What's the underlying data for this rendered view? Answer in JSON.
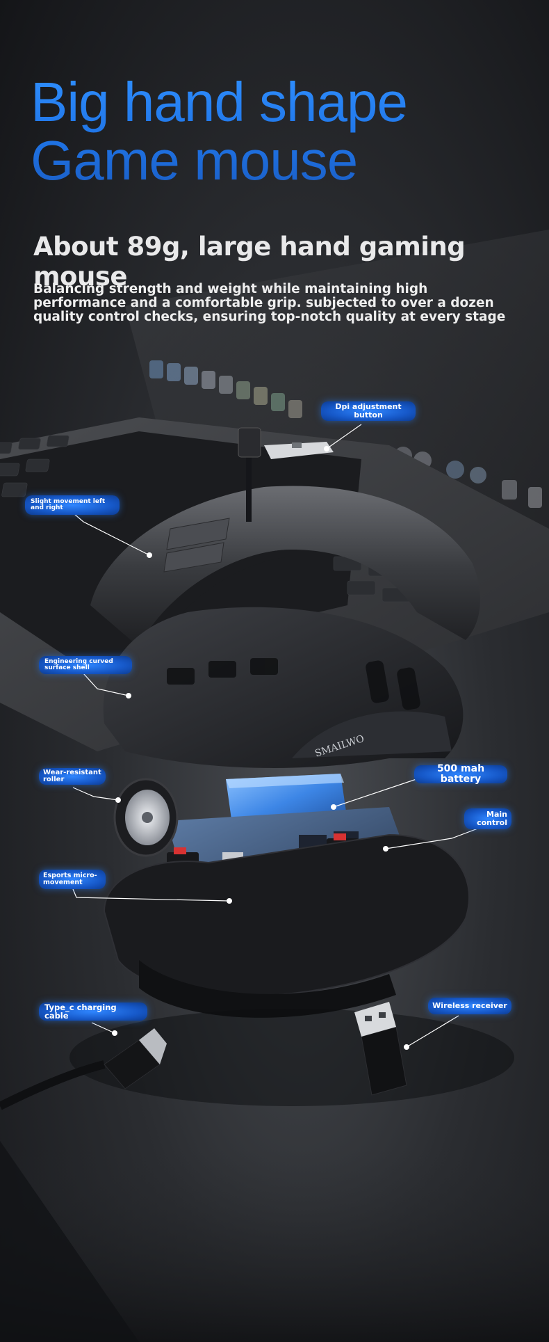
{
  "headline": {
    "line1": "Big hand shape",
    "line2": "Game mouse"
  },
  "subtitle": "About 89g, large hand gaming mouse",
  "description": "Balancing strength and weight while maintaining high performance and a comfortable grip. subjected to over a dozen quality control checks, ensuring top-notch quality at every stage",
  "callouts": {
    "dpi": "Dpi adjustment button",
    "slight": "Slight movement left and right",
    "shell": "Engineering curved surface shell",
    "roller": "Wear-resistant roller",
    "battery": "500 mah battery",
    "main_control": "Main control",
    "esports": "Esports micro-movement",
    "cable": "Type_c charging cable",
    "receiver": "Wireless receiver"
  },
  "brand_mark": "SMAILWO",
  "colors": {
    "accent": "#2f86ff",
    "background": "#2b2d31",
    "text": "#eeeeee"
  }
}
